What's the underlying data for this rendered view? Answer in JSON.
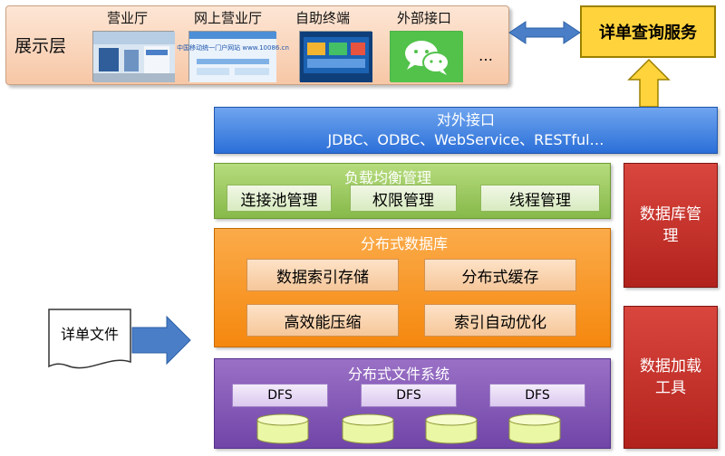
{
  "presentation": {
    "layer_label": "展示层",
    "channels": [
      {
        "label": "营业厅"
      },
      {
        "label": "网上营业厅",
        "thumb_text": "中国移动统一门户网站 www.10086.cn"
      },
      {
        "label": "自助终端"
      },
      {
        "label": "外部接口"
      }
    ],
    "ellipsis": "…"
  },
  "query_service": {
    "label": "详单查询服务"
  },
  "interface": {
    "title": "对外接口",
    "protocols": "JDBC、ODBC、WebService、RESTful…"
  },
  "load_balance": {
    "title": "负载均衡管理",
    "items": [
      "连接池管理",
      "权限管理",
      "线程管理"
    ]
  },
  "distributed_db": {
    "title": "分布式数据库",
    "items": [
      "数据索引存储",
      "分布式缓存",
      "高效能压缩",
      "索引自动优化"
    ]
  },
  "dfs": {
    "title": "分布式文件系统",
    "nodes": [
      "DFS",
      "DFS",
      "DFS"
    ]
  },
  "db_management": {
    "line1": "数据库管",
    "line2": "理"
  },
  "data_loading": {
    "line1": "数据加载",
    "line2": "工具"
  },
  "detail_file": {
    "label": "详单文件"
  },
  "colors": {
    "interface": "#2b6fd8",
    "load_balance": "#86b94a",
    "distributed_db": "#f5880e",
    "dfs": "#7045a8",
    "side_tools": "#b2221c",
    "query_service": "#ffd33b",
    "connector_arrow": "#4a7fc8"
  }
}
